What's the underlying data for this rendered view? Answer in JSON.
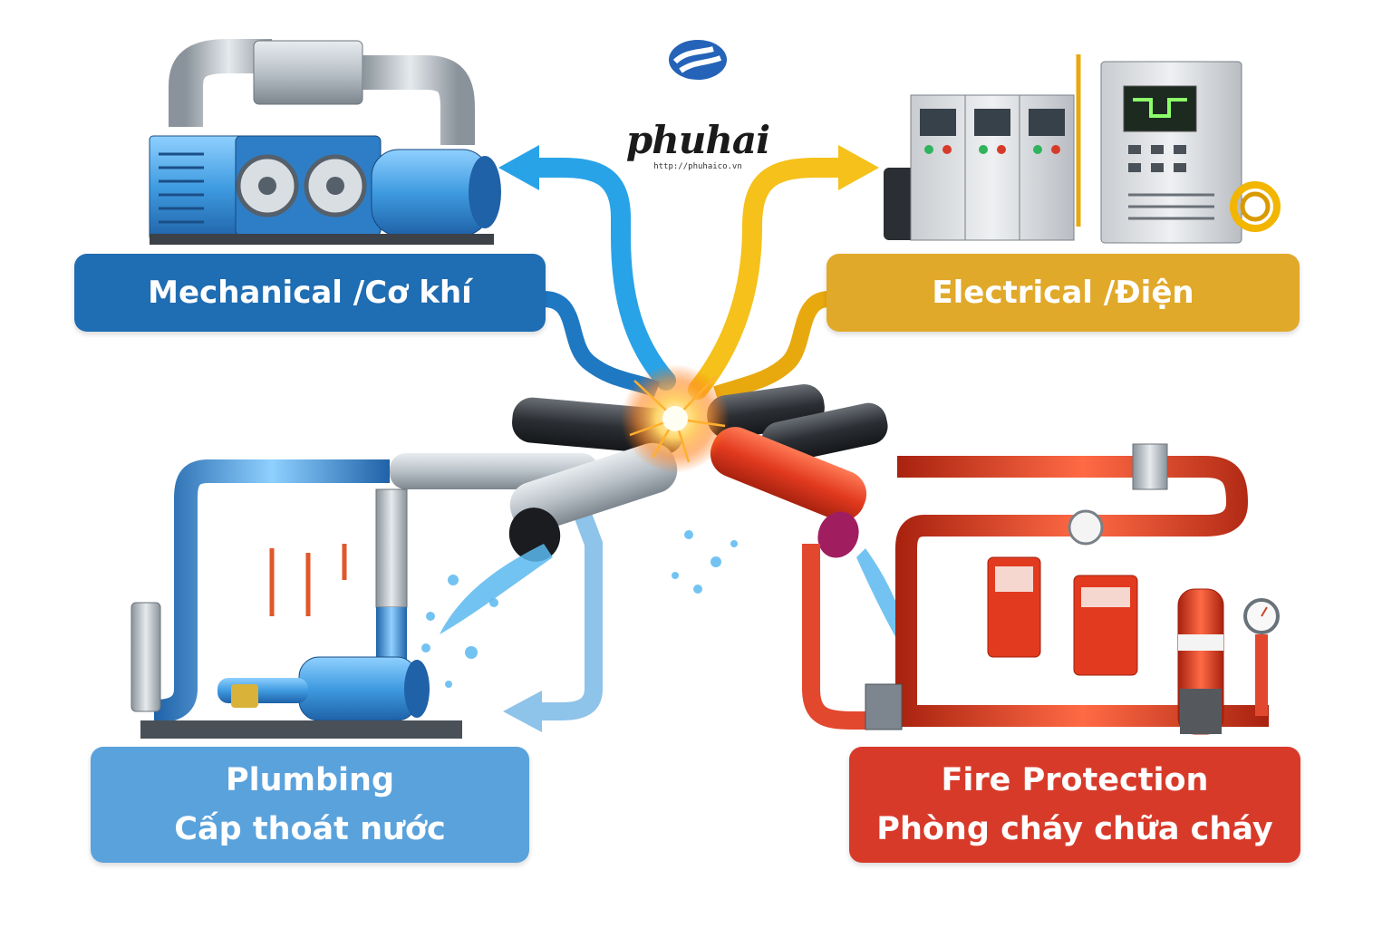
{
  "logo": {
    "name": "phuhai",
    "url": "http://phuhaico.vn",
    "icon": "phuhai-logo-mark"
  },
  "boxes": {
    "mechanical": {
      "label": "Mechanical /Cơ khí",
      "color": "#1f6db3"
    },
    "electrical": {
      "label": "Electrical /Điện",
      "color": "#e1a92a"
    },
    "plumbing": {
      "line1": "Plumbing",
      "line2": "Cấp thoát nước",
      "color": "#5aa2dc"
    },
    "fire": {
      "line1": "Fire Protection",
      "line2": "Phòng cháy chữa cháy",
      "color": "#d83a2a"
    }
  },
  "arrows": {
    "mechanical": {
      "color": "#29a3e8",
      "icon": "arrow-to-mechanical"
    },
    "electrical": {
      "color": "#f5c11a",
      "icon": "arrow-to-electrical"
    },
    "plumbing": {
      "color": "#8ec3ea",
      "icon": "arrow-to-plumbing"
    },
    "fire": {
      "color": "#e2482e",
      "icon": "pipe-to-fire"
    }
  },
  "illustrations": [
    "mechanical-equipment-illustration",
    "electrical-panel-illustration",
    "plumbing-pump-illustration",
    "fire-protection-system-illustration",
    "pipe-junction-illustration",
    "welding-spark-icon",
    "water-leak-icon"
  ]
}
